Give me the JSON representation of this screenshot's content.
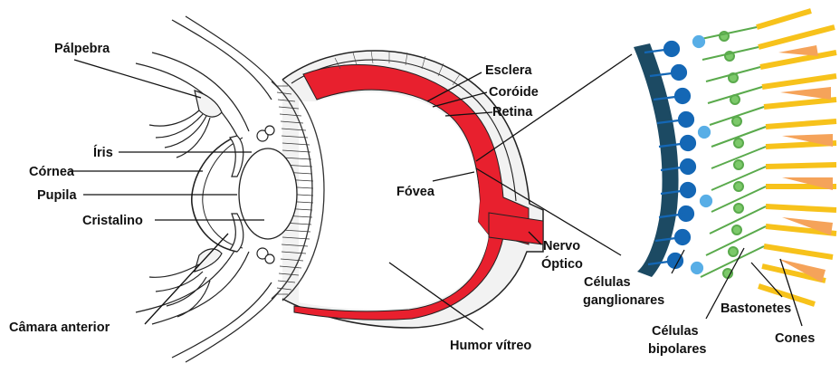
{
  "labels": {
    "palpebra": "Pálpebra",
    "iris": "Íris",
    "cornea": "Córnea",
    "pupila": "Pupila",
    "cristalino": "Cristalino",
    "camara_anterior": "Câmara anterior",
    "esclera": "Esclera",
    "coroide": "Coróide",
    "retina": "Retina",
    "fovea": "Fóvea",
    "nervo_optico_1": "Nervo",
    "nervo_optico_2": "Óptico",
    "humor_vitreo": "Humor vítreo",
    "celulas_ganglionares_1": "Células",
    "celulas_ganglionares_2": "ganglionares",
    "celulas_bipolares_1": "Células",
    "celulas_bipolares_2": "bipolares",
    "bastonetes": "Bastonetes",
    "cones": "Cones"
  },
  "colors": {
    "retina_red": "#e8202e",
    "outline": "#222222",
    "sclera_fill": "#f2f2f2",
    "ganglion_blue_dark": "#1467b5",
    "ganglion_blue_light": "#58aee6",
    "bipolar_green": "#7cc96a",
    "rod_yellow": "#f7c21b",
    "cone_orange": "#f5a35a",
    "retina_band": "#1c4a63"
  }
}
